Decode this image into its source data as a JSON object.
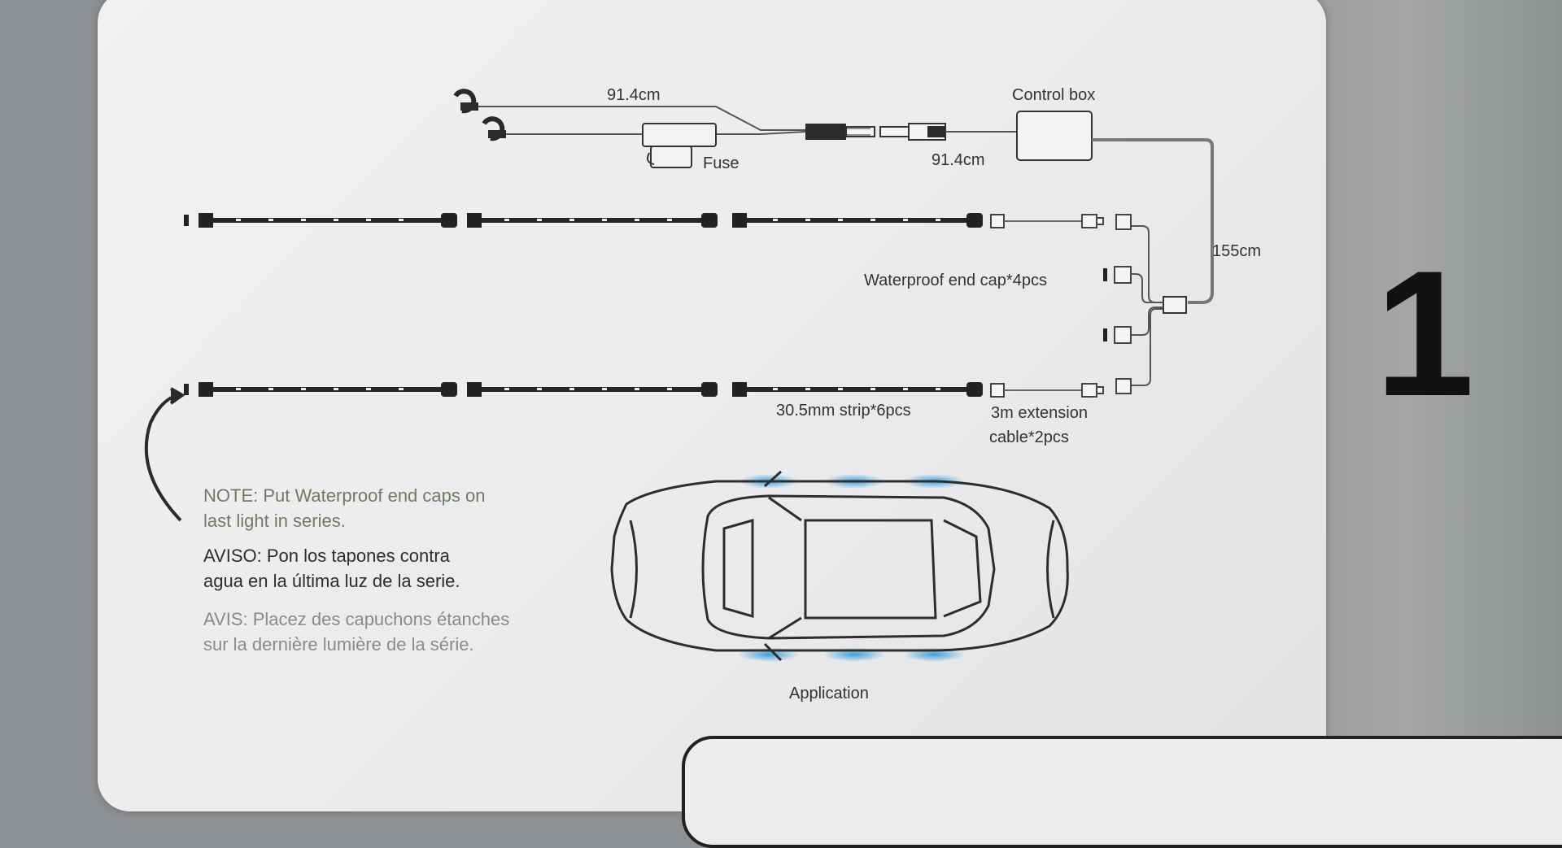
{
  "labels": {
    "cable_top": "91.4cm",
    "control_box": "Control box",
    "fuse": "Fuse",
    "cable_mid": "91.4cm",
    "cable_long": "155cm",
    "end_cap": "Waterproof end cap*4pcs",
    "strip": "30.5mm strip*6pcs",
    "extension_line1": "3m extension",
    "extension_line2": "cable*2pcs",
    "application": "Application"
  },
  "notes": {
    "en_line1": "NOTE: Put Waterproof end caps on",
    "en_line2": "last light in series.",
    "es_line1": "AVISO: Pon los tapones contra",
    "es_line2": "agua en la última luz  de la serie.",
    "fr_line1": "AVIS: Placez des capuchons étanches",
    "fr_line2": "sur la dernière lumière de la série."
  },
  "side_number": "1",
  "colors": {
    "line": "#3a3a3a",
    "strip": "#262626",
    "accent_light": "#3aa0e0",
    "note_en": "#6e7c63",
    "note_es": "#2d2d2d",
    "note_fr": "#8a8a8a"
  }
}
